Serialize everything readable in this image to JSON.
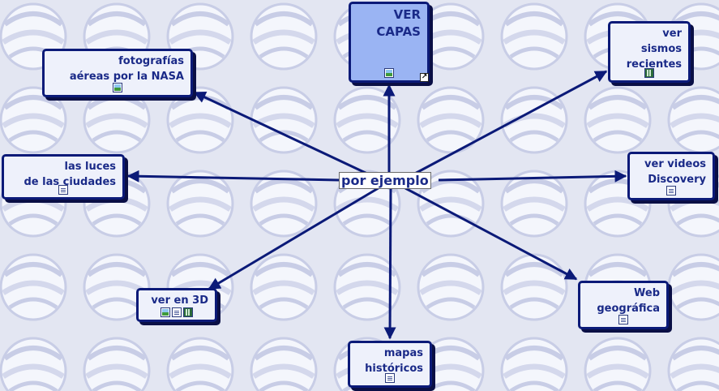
{
  "center": {
    "label": "por ejemplo"
  },
  "nodes": [
    {
      "id": "ver-capas",
      "label": "VER\nCAPAS",
      "icons": [
        "image"
      ],
      "external_link": true,
      "primary": true
    },
    {
      "id": "fotografias-nasa",
      "label": "fotografías\naéreas por la NASA",
      "icons": [
        "image"
      ]
    },
    {
      "id": "luces-ciudades",
      "label": "las luces\nde las ciudades",
      "icons": [
        "doc"
      ]
    },
    {
      "id": "ver-3d",
      "label": "ver en 3D",
      "icons": [
        "image",
        "doc",
        "video"
      ]
    },
    {
      "id": "mapas-historicos",
      "label": "mapas\nhistóricos",
      "icons": [
        "doc"
      ]
    },
    {
      "id": "web-geografica",
      "label": "Web\ngeográfica",
      "icons": [
        "doc"
      ]
    },
    {
      "id": "videos-discovery",
      "label": "ver videos\nDiscovery",
      "icons": [
        "doc"
      ]
    },
    {
      "id": "sismos-recientes",
      "label": "ver\nsismos\nrecientes",
      "icons": [
        "video"
      ]
    }
  ],
  "colors": {
    "edge": "#0b1a78",
    "node_fill": "#eef1fb",
    "primary_fill": "#9ab4f3",
    "text": "#1a2a88",
    "background": "#e3e6f2"
  }
}
